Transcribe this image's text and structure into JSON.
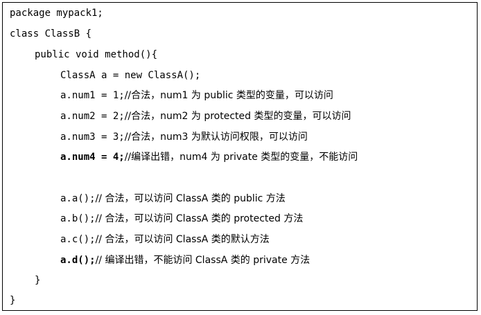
{
  "code": {
    "l1": "package mypack1;",
    "l2": "class ClassB {",
    "l3": "public void method(){",
    "l4": "ClassA a = new ClassA();",
    "l5": {
      "code": "a.num1 = 1;",
      "comment": "//合法，num1 为 public 类型的变量，可以访问"
    },
    "l6": {
      "code": "a.num2 = 2;",
      "comment": "//合法，num2 为 protected 类型的变量，可以访问"
    },
    "l7": {
      "code": "a.num3 = 3;",
      "comment": "//合法，num3 为默认访问权限，可以访问"
    },
    "l8": {
      "code": "a.num4 = 4;",
      "comment": "//编译出错，num4 为 private 类型的变量，不能访问"
    },
    "l9": {
      "code": "a.a();",
      "comment": "// 合法，可以访问 ClassA 类的 public 方法"
    },
    "l10": {
      "code": "a.b();",
      "comment": "// 合法，可以访问 ClassA 类的 protected 方法"
    },
    "l11": {
      "code": "a.c();",
      "comment": "// 合法，可以访问 ClassA 类的默认方法"
    },
    "l12": {
      "code": "a.d();",
      "comment": "// 编译出错，不能访问 ClassA 类的 private 方法"
    },
    "l13": "}",
    "l14": "}"
  }
}
